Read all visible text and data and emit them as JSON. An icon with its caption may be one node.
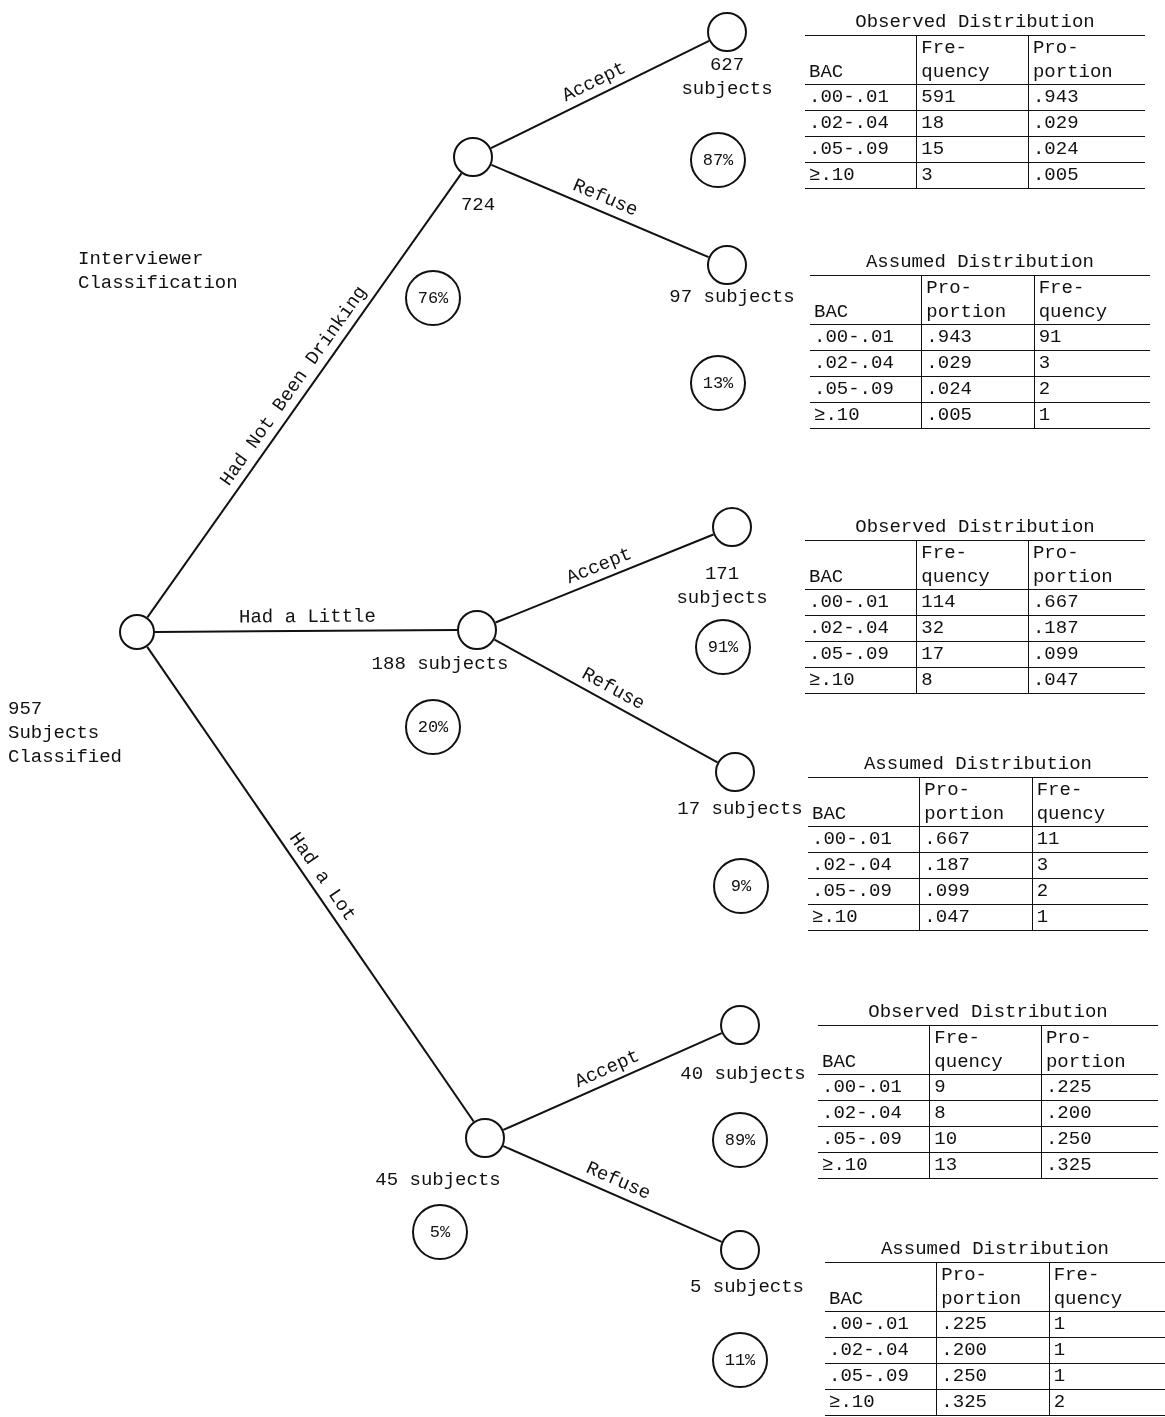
{
  "diagram": {
    "nodes": [
      {
        "text": [],
        "shape": "circle",
        "beside": [
          "957 Subjects Classified"
        ]
      },
      {
        "text": [],
        "shape": "circle",
        "beside": [
          "724"
        ]
      },
      {
        "text": [
          "76%"
        ]
      },
      {
        "text": [],
        "shape": "circle",
        "beside": [
          "627 subjects"
        ]
      },
      {
        "text": [
          "87%"
        ]
      },
      {
        "text": [],
        "shape": "circle",
        "beside": [
          "97 subjects"
        ]
      },
      {
        "text": [
          "13%"
        ]
      },
      {
        "text": [],
        "shape": "circle",
        "beside": [
          "188 subjects"
        ]
      },
      {
        "text": [
          "20%"
        ]
      },
      {
        "text": [],
        "shape": "circle",
        "beside": [
          "171 subjects"
        ]
      },
      {
        "text": [
          "91%"
        ]
      },
      {
        "text": [],
        "shape": "circle",
        "beside": [
          "17 subjects"
        ]
      },
      {
        "text": [
          "9%"
        ]
      },
      {
        "text": [],
        "shape": "circle",
        "beside": [
          "45 subjects"
        ]
      },
      {
        "text": [
          "5%"
        ]
      },
      {
        "text": [],
        "shape": "circle",
        "beside": [
          "40 subjects"
        ]
      },
      {
        "text": [
          "89%"
        ]
      },
      {
        "text": [],
        "shape": "circle",
        "beside": [
          "5 subjects"
        ]
      },
      {
        "text": [
          "11%"
        ]
      }
    ],
    "edges": [
      {
        "from": 0,
        "to": 1,
        "arrow": "none",
        "label": "Had Not Been Drinking"
      },
      {
        "from": 0,
        "to": 7,
        "arrow": "none",
        "label": "Had a Little"
      },
      {
        "from": 0,
        "to": 13,
        "arrow": "none",
        "label": "Had a Lot"
      },
      {
        "from": 1,
        "to": 3,
        "arrow": "none",
        "label": "Accept"
      },
      {
        "from": 1,
        "to": 5,
        "arrow": "none",
        "label": "Refuse"
      },
      {
        "from": 7,
        "to": 9,
        "arrow": "none",
        "label": "Accept"
      },
      {
        "from": 7,
        "to": 11,
        "arrow": "none",
        "label": "Refuse"
      },
      {
        "from": 13,
        "to": 15,
        "arrow": "none",
        "label": "Accept"
      },
      {
        "from": 13,
        "to": 17,
        "arrow": "none",
        "label": "Refuse"
      }
    ],
    "labels": [
      "Interviewer Classification",
      "Observed Distribution",
      "BAC",
      "Fre- quency",
      "Pro- portion",
      ".00-.01",
      "591",
      ".943",
      ".02-.04",
      "18",
      ".029",
      ".05-.09",
      "15",
      ".024",
      "≥.10",
      "3",
      ".005",
      "Assumed Distribution",
      "BAC",
      "Pro- portion",
      "Fre- quency",
      ".00-.01",
      ".943",
      "91",
      ".02-.04",
      ".029",
      "3",
      ".05-.09",
      ".024",
      "2",
      "≥.10",
      ".005",
      "1",
      "Observed Distribution",
      "BAC",
      "Fre- quency",
      "Pro- portion",
      ".00-.01",
      "114",
      ".667",
      ".02-.04",
      "32",
      ".187",
      ".05-.09",
      "17",
      ".099",
      "≥.10",
      "8",
      ".047",
      "Assumed Distribution",
      "BAC",
      "Pro- portion",
      "Fre- quency",
      ".00-.01",
      ".667",
      "11",
      ".02-.04",
      ".187",
      "3",
      ".05-.09",
      ".099",
      "2",
      "≥.10",
      ".047",
      "1",
      "Observed Distribution",
      "BAC",
      "Fre- quency",
      "Pro- portion",
      ".00-.01",
      "9",
      ".225",
      ".02-.04",
      "8",
      ".200",
      ".05-.09",
      "10",
      ".250",
      "≥.10",
      "13",
      ".325",
      "Assumed Distribution",
      "BAC",
      "Pro- portion",
      "Fre- quency",
      ".00-.01",
      ".225",
      "1",
      ".02-.04",
      ".200",
      "1",
      ".05-.09",
      ".250",
      "1",
      "≥.10",
      ".325",
      "2"
    ]
  }
}
